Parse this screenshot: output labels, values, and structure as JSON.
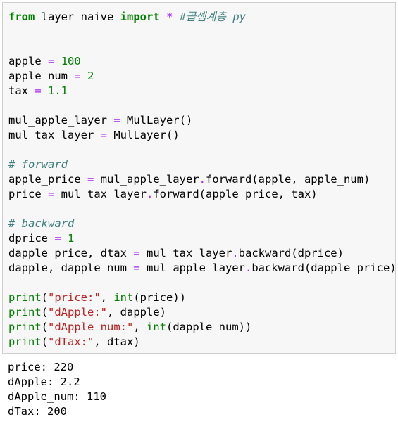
{
  "code_cell": {
    "lines": [
      [
        {
          "t": "from",
          "c": "kw"
        },
        {
          "t": " layer_naive "
        },
        {
          "t": "import",
          "c": "kw"
        },
        {
          "t": " "
        },
        {
          "t": "*",
          "c": "op"
        },
        {
          "t": " "
        },
        {
          "t": "#곱셈계층 py",
          "c": "cm"
        }
      ],
      [],
      [],
      [
        {
          "t": "apple "
        },
        {
          "t": "=",
          "c": "op"
        },
        {
          "t": " "
        },
        {
          "t": "100",
          "c": "num"
        }
      ],
      [
        {
          "t": "apple_num "
        },
        {
          "t": "=",
          "c": "op"
        },
        {
          "t": " "
        },
        {
          "t": "2",
          "c": "num"
        }
      ],
      [
        {
          "t": "tax "
        },
        {
          "t": "=",
          "c": "op"
        },
        {
          "t": " "
        },
        {
          "t": "1.1",
          "c": "num"
        }
      ],
      [],
      [
        {
          "t": "mul_apple_layer "
        },
        {
          "t": "=",
          "c": "op"
        },
        {
          "t": " MulLayer()"
        }
      ],
      [
        {
          "t": "mul_tax_layer "
        },
        {
          "t": "=",
          "c": "op"
        },
        {
          "t": " MulLayer()"
        }
      ],
      [],
      [
        {
          "t": "# forward",
          "c": "cm"
        }
      ],
      [
        {
          "t": "apple_price "
        },
        {
          "t": "=",
          "c": "op"
        },
        {
          "t": " mul_apple_layer"
        },
        {
          "t": ".",
          "c": "op"
        },
        {
          "t": "forward(apple, apple_num)"
        }
      ],
      [
        {
          "t": "price "
        },
        {
          "t": "=",
          "c": "op"
        },
        {
          "t": " mul_tax_layer"
        },
        {
          "t": ".",
          "c": "op"
        },
        {
          "t": "forward(apple_price, tax)"
        }
      ],
      [],
      [
        {
          "t": "# backward",
          "c": "cm"
        }
      ],
      [
        {
          "t": "dprice "
        },
        {
          "t": "=",
          "c": "op"
        },
        {
          "t": " "
        },
        {
          "t": "1",
          "c": "num"
        }
      ],
      [
        {
          "t": "dapple_price, dtax "
        },
        {
          "t": "=",
          "c": "op"
        },
        {
          "t": " mul_tax_layer"
        },
        {
          "t": ".",
          "c": "op"
        },
        {
          "t": "backward(dprice)"
        }
      ],
      [
        {
          "t": "dapple, dapple_num "
        },
        {
          "t": "=",
          "c": "op"
        },
        {
          "t": " mul_apple_layer"
        },
        {
          "t": ".",
          "c": "op"
        },
        {
          "t": "backward(dapple_price)"
        }
      ],
      [],
      [
        {
          "t": "print",
          "c": "bi"
        },
        {
          "t": "("
        },
        {
          "t": "\"price:\"",
          "c": "str"
        },
        {
          "t": ", "
        },
        {
          "t": "int",
          "c": "bi"
        },
        {
          "t": "(price))"
        }
      ],
      [
        {
          "t": "print",
          "c": "bi"
        },
        {
          "t": "("
        },
        {
          "t": "\"dApple:\"",
          "c": "str"
        },
        {
          "t": ", dapple)"
        }
      ],
      [
        {
          "t": "print",
          "c": "bi"
        },
        {
          "t": "("
        },
        {
          "t": "\"dApple_num:\"",
          "c": "str"
        },
        {
          "t": ", "
        },
        {
          "t": "int",
          "c": "bi"
        },
        {
          "t": "(dapple_num))"
        }
      ],
      [
        {
          "t": "print",
          "c": "bi"
        },
        {
          "t": "("
        },
        {
          "t": "\"dTax:\"",
          "c": "str"
        },
        {
          "t": ", dtax)"
        }
      ]
    ]
  },
  "output": {
    "lines": [
      "price: 220",
      "dApple: 2.2",
      "dApple_num: 110",
      "dTax: 200"
    ]
  },
  "colors": {
    "keyword": "#008000",
    "operator": "#aa22ff",
    "number": "#008000",
    "builtin": "#008000",
    "string": "#ba2121",
    "comment": "#408080",
    "cell_background": "#f7f7f7",
    "cell_border": "#cfcfcf"
  }
}
